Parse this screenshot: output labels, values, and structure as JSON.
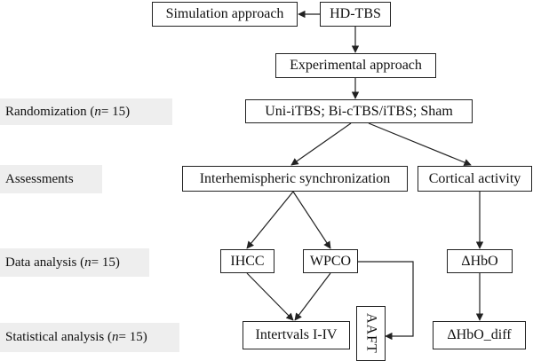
{
  "nodes": {
    "hd_tbs": "HD-TBS",
    "simulation": "Simulation approach",
    "experimental": "Experimental approach",
    "randomization_arms": "Uni-iTBS; Bi-cTBS/iTBS; Sham",
    "interhemispheric": "Interhemispheric synchronization",
    "cortical": "Cortical activity",
    "ihcc": "IHCC",
    "wpco": "WPCO",
    "dhbo": "ΔHbO",
    "intervals": "Intertvals I-IV",
    "aaft": "AAFT",
    "dhbo_diff": "ΔHbO_diff"
  },
  "stages": {
    "randomization": {
      "prefix": "Randomization (",
      "n": "n",
      "suffix": " = 15)"
    },
    "assessments": "Assessments",
    "data_analysis": {
      "prefix": "Data analysis (",
      "n": "n",
      "suffix": " = 15)"
    },
    "statistical_analysis": {
      "prefix": "Statistical analysis (",
      "n": "n",
      "suffix": " = 15)"
    }
  },
  "colors": {
    "stage_bg": "#eeeeee",
    "line": "#222222"
  }
}
